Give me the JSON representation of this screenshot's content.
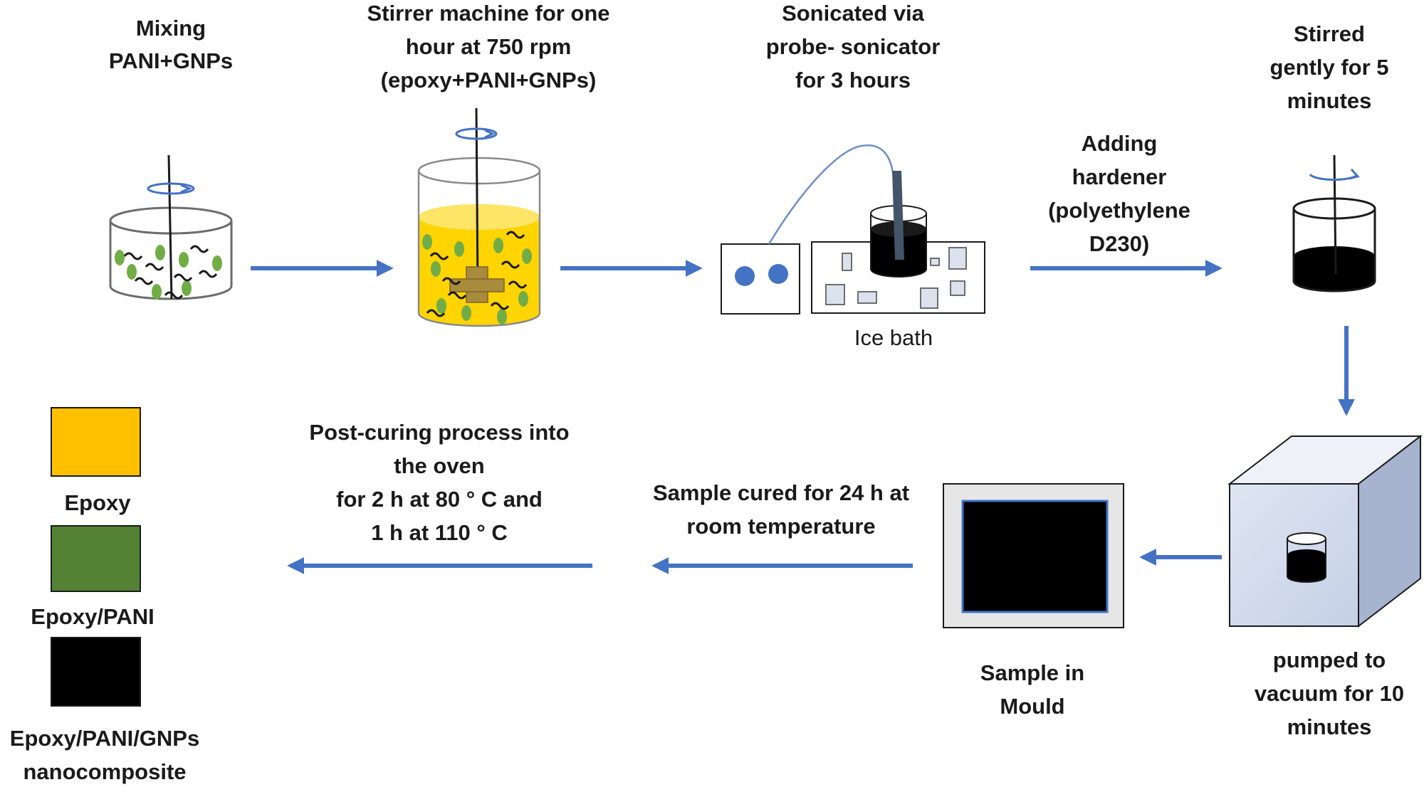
{
  "steps": {
    "mixing": {
      "lines": [
        "Mixing",
        "PANI+GNPs"
      ]
    },
    "stirrer": {
      "lines": [
        "Stirrer machine for one",
        "hour at 750 rpm",
        "(epoxy+PANI+GNPs)"
      ]
    },
    "sonicated": {
      "lines": [
        "Sonicated via",
        "probe- sonicator",
        "for 3 hours"
      ],
      "ice_bath_label": "Ice bath"
    },
    "hardener": {
      "lines": [
        "Adding",
        "hardener",
        "(polyethylene",
        "D230)"
      ]
    },
    "stirred": {
      "lines": [
        "Stirred",
        "gently for 5",
        "minutes"
      ]
    },
    "vacuum": {
      "lines": [
        "pumped to",
        "vacuum for 10",
        "minutes"
      ]
    },
    "mould": {
      "lines": [
        "Sample in",
        "Mould"
      ]
    },
    "cured": {
      "lines": [
        "Sample cured for 24 h at",
        "room temperature"
      ]
    },
    "postcure": {
      "lines": [
        "Post-curing process into",
        "the oven",
        "for 2 h at 80 ° C and",
        "1 h at 110 ° C"
      ]
    }
  },
  "legend": [
    {
      "label": "Epoxy",
      "color": "#FFC000"
    },
    {
      "label": "Epoxy/PANI",
      "color": "#548235"
    },
    {
      "label": "Epoxy/PANI/GNPs",
      "label2": "nanocomposite",
      "color": "#000000"
    }
  ],
  "colors": {
    "arrow": "#4472C4",
    "epoxy": "#FFD400",
    "particle": "#70AD47",
    "dark": "#000000"
  }
}
